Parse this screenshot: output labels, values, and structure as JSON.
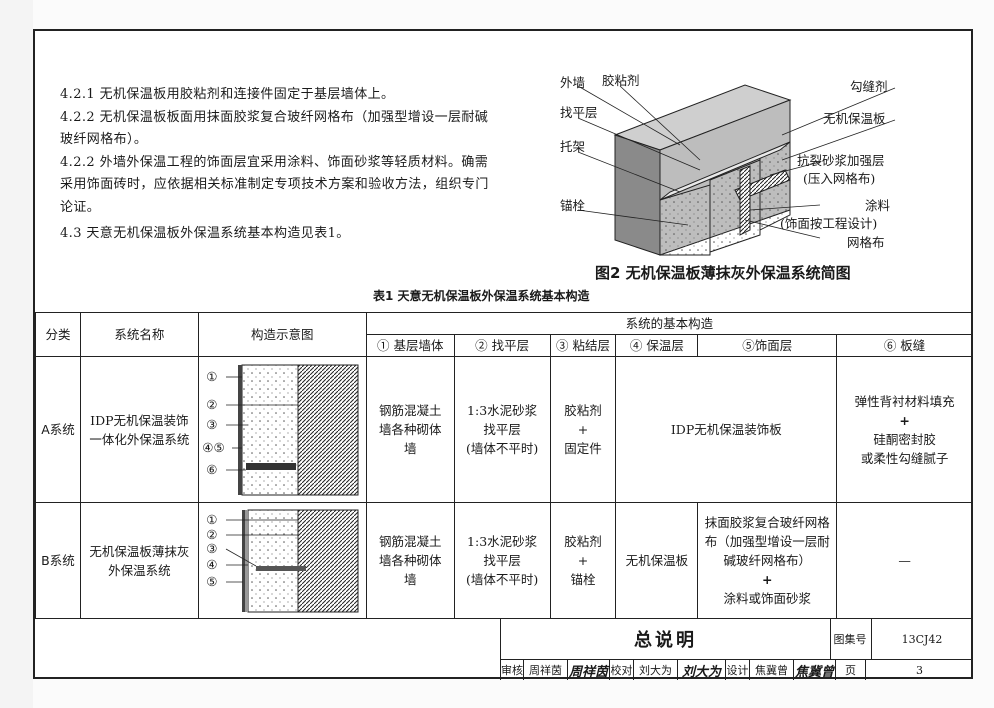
{
  "notes": [
    "4.2.1 无机保温板用胶粘剂和连接件固定于基层墙体上。",
    "4.2.2 无机保温板板面用抹面胶浆复合玻纤网格布（加强型增设一层耐碱玻纤网格布）。",
    "4.2.2 外墙外保温工程的饰面层宜采用涂料、饰面砂浆等轻质材料。确需采用饰面砖时，应依据相关标准制定专项技术方案和验收方法，组织专门论证。",
    "4.3 天意无机保温板外保温系统基本构造见表1。"
  ],
  "figure": {
    "labels": {
      "wall": "外墙",
      "adhesive": "胶粘剂",
      "leveling": "找平层",
      "bracket": "托架",
      "anchor": "锚栓",
      "joint": "勾缝剂",
      "board": "无机保温板",
      "crack": "抗裂砂浆加强层",
      "crack_note": "(压入网格布)",
      "coating": "涂料",
      "coating_note": "(饰面按工程设计)",
      "mesh": "网格布"
    },
    "caption": "图2 无机保温板薄抹灰外保温系统简图"
  },
  "table": {
    "caption": "表1   天意无机保温板外保温系统基本构造",
    "headers": {
      "category": "分类",
      "name": "系统名称",
      "diagram": "构造示意图",
      "basic": "系统的基本构造",
      "c1": "① 基层墙体",
      "c2": "② 找平层",
      "c3": "③ 粘结层",
      "c4": "④ 保温层",
      "c5": "⑤饰面层",
      "c6": "⑥ 板缝"
    },
    "rowA": {
      "category": "A系统",
      "name": "IDP无机保温装饰一体化外保温系统",
      "markers": [
        "①",
        "②",
        "③",
        "④⑤",
        "⑥"
      ],
      "c1": "钢筋混凝土墙各种砌体墙",
      "c2a": "1:3水泥砂浆",
      "c2b": "找平层",
      "c2c": "(墙体不平时)",
      "c3a": "胶粘剂",
      "c3b": "+",
      "c3c": "固定件",
      "c45": "IDP无机保温装饰板",
      "c6a": "弹性背衬材料填充",
      "c6b": "+",
      "c6c": "硅酮密封胶",
      "c6d": "或柔性勾缝腻子"
    },
    "rowB": {
      "category": "B系统",
      "name": "无机保温板薄抹灰外保温系统",
      "markers": [
        "①",
        "②",
        "③",
        "④",
        "⑤"
      ],
      "c1": "钢筋混凝土墙各种砌体墙",
      "c2a": "1:3水泥砂浆",
      "c2b": "找平层",
      "c2c": "(墙体不平时)",
      "c3a": "胶粘剂",
      "c3b": "+",
      "c3c": "锚栓",
      "c4": "无机保温板",
      "c5a": "抹面胶浆复合玻纤网格布（加强型增设一层耐碱玻纤网格布）",
      "c5b": "+",
      "c5c": "涂料或饰面砂浆",
      "c6": "—"
    }
  },
  "titleblock": {
    "title": "总说明",
    "atlas_label": "图集号",
    "atlas_no": "13CJ42",
    "page_label": "页",
    "page_no": "3",
    "review_label": "审核",
    "reviewer": "周祥茵",
    "review_sig": "周祥茵",
    "check_label": "校对",
    "checker": "刘大为",
    "check_sig": "刘大为",
    "design_label": "设计",
    "designer": "焦冀曾",
    "design_sig": "焦冀曾"
  }
}
